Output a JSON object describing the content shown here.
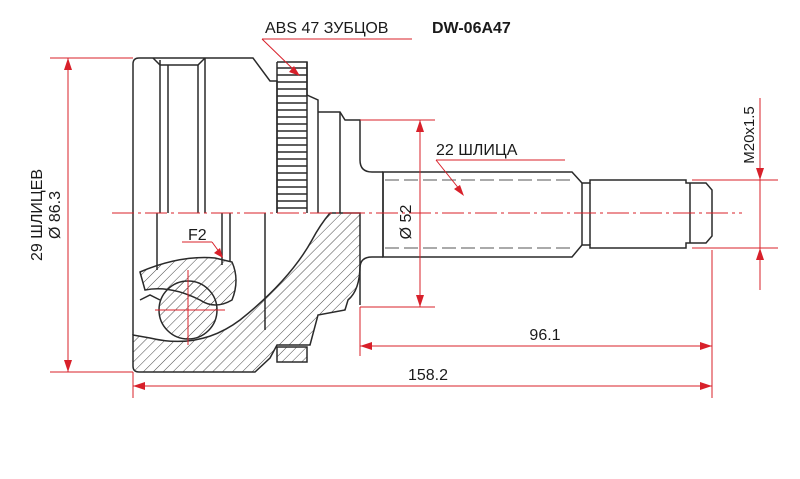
{
  "title": {
    "part_number": "DW-06A47",
    "abs_label": "ABS 47 ЗУБЦОВ"
  },
  "labels": {
    "outer_splines": "29 ШЛИЦЕВ",
    "outer_diameter": "Ø 86.3",
    "shaft_splines": "22 ШЛИЦА",
    "seal_diameter": "Ø 52",
    "thread": "M20x1.5",
    "feature": "F2",
    "shaft_length": "96.1",
    "total_length": "158.2"
  },
  "colors": {
    "dimension": "#d8202a",
    "outline": "#2a2a2a"
  }
}
